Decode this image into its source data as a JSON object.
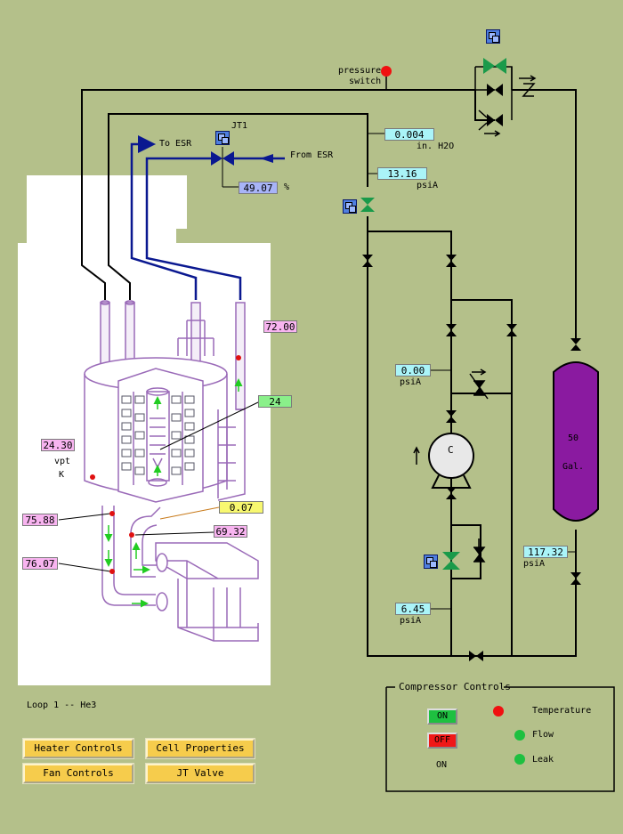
{
  "colors": {
    "background": "#b4c08a",
    "pipe": "#000000",
    "esr_line": "#0a1890",
    "valve_green": "#1a9a4a",
    "tank": "#8a1aa0",
    "readout_cyan": "#aaf4f8",
    "readout_pink": "#f8b4f0",
    "readout_green": "#8af08a",
    "readout_yellow": "#f8f870",
    "readout_blue": "#a8b4f8",
    "button_yellow": "#f6cc4c",
    "on_green": "#1ec040",
    "off_red": "#f01818"
  },
  "labels": {
    "pressure_switch_line1": "pressure",
    "pressure_switch_line2": "switch",
    "jt1": "JT1",
    "to_esr": "To ESR",
    "from_esr": "From ESR",
    "loop_title": "Loop 1 -- He3",
    "compressor": "C",
    "tank_volume": "50",
    "tank_unit": "Gal.",
    "vpt": "vpt",
    "kelvin": "K"
  },
  "readouts": {
    "dp_inh2o": {
      "value": "0.004",
      "unit": "in. H2O"
    },
    "p_top": {
      "value": "13.16",
      "unit": "psiA"
    },
    "jt_percent": {
      "value": "49.07",
      "unit": "%"
    },
    "p_comp_in": {
      "value": "0.00",
      "unit": "psiA"
    },
    "p_tank": {
      "value": "117.32",
      "unit": "psiA"
    },
    "p_comp_out": {
      "value": "6.45",
      "unit": "psiA"
    },
    "t_top": {
      "value": "72.00"
    },
    "t_cell": {
      "value": "24"
    },
    "t_vpt": {
      "value": "24.30"
    },
    "flow": {
      "value": "0.07"
    },
    "t_a": {
      "value": "75.88"
    },
    "t_b": {
      "value": "69.32"
    },
    "t_c": {
      "value": "76.07"
    }
  },
  "buttons": {
    "heater": "Heater Controls",
    "cell": "Cell Properties",
    "fan": "Fan Controls",
    "jt": "JT Valve"
  },
  "compressor_controls": {
    "title": "Compressor Controls",
    "on_label": "ON",
    "off_label": "OFF",
    "status": "ON",
    "temperature": "Temperature",
    "flow": "Flow",
    "leak": "Leak"
  }
}
